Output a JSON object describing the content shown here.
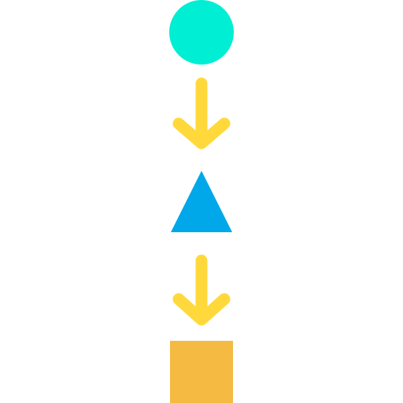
{
  "icon": "shape-flow-icon",
  "shapes": [
    {
      "kind": "circle",
      "icon": "circle-icon",
      "color": "#00EED3"
    },
    {
      "kind": "triangle",
      "icon": "triangle-icon",
      "color": "#00A8EA"
    },
    {
      "kind": "square",
      "icon": "square-icon",
      "color": "#F4BA42"
    }
  ],
  "arrows": [
    {
      "direction": "down",
      "icon": "arrow-down-icon",
      "color": "#FFD93B"
    },
    {
      "direction": "down",
      "icon": "arrow-down-icon",
      "color": "#FFD93B"
    }
  ],
  "background": "#FFFFFF"
}
